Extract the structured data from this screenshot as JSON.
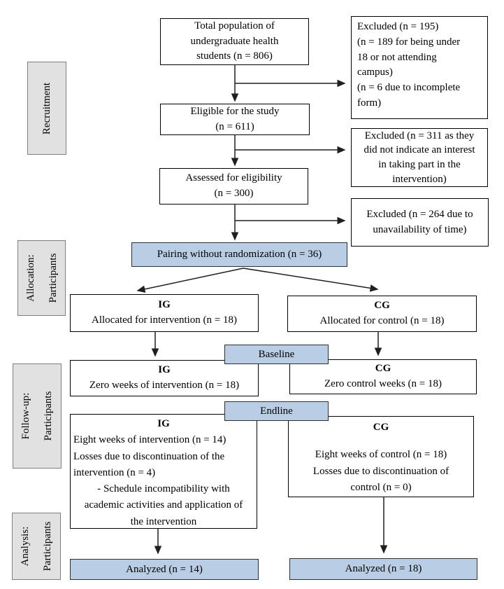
{
  "title": "Study flow diagram",
  "palette": {
    "highlight_fill": "#B9CDE5",
    "stage_fill": "#E1E1E1",
    "box_border": "#000000",
    "arrow": "#1f1f1f"
  },
  "stages": {
    "recruitment": {
      "label": "Recruitment"
    },
    "allocation": {
      "line1": "Allocation:",
      "line2": "Participants"
    },
    "followup": {
      "line1": "Follow-up:",
      "line2": "Participants"
    },
    "analysis": {
      "line1": "Analysis:",
      "line2": "Participants"
    }
  },
  "nodes": {
    "total": {
      "lines": [
        "Total population of",
        "undergraduate health",
        "students (n = 806)"
      ]
    },
    "excluded1": {
      "lines": [
        "Excluded (n = 195)",
        "(n = 189 for being under",
        "18 or not attending",
        "campus)",
        "(n = 6 due to incomplete",
        "form)"
      ]
    },
    "eligible": {
      "lines": [
        "Eligible for the study",
        "(n = 611)"
      ]
    },
    "excluded2": {
      "lines": [
        "Excluded (n = 311 as they",
        "did not indicate an interest",
        "in taking part in the",
        "intervention)"
      ]
    },
    "assessed": {
      "lines": [
        "Assessed for eligibility",
        "(n = 300)"
      ]
    },
    "excluded3": {
      "lines": [
        "Excluded (n = 264 due to",
        "unavailability of time)"
      ]
    },
    "pairing": {
      "label": "Pairing without randomization (n = 36)"
    },
    "ig_alloc": {
      "group": "IG",
      "lines": [
        "Allocated for intervention (n = 18)"
      ]
    },
    "cg_alloc": {
      "group": "CG",
      "lines": [
        "Allocated for control (n = 18)"
      ]
    },
    "baseline": {
      "label": "Baseline"
    },
    "ig_baseline": {
      "group": "IG",
      "lines": [
        "Zero weeks of intervention (n = 18)"
      ]
    },
    "cg_baseline": {
      "group": "CG",
      "lines": [
        "Zero control weeks (n = 18)"
      ]
    },
    "endline": {
      "label": "Endline"
    },
    "ig_followup": {
      "group": "IG",
      "left_lines": [
        "Eight weeks of intervention (n = 14)",
        "Losses due to discontinuation of the",
        "intervention (n = 4)"
      ],
      "center_lines": [
        "- Schedule incompatibility with",
        "academic activities and application of",
        "the intervention"
      ]
    },
    "cg_followup": {
      "group": "CG",
      "lines": [
        "Eight weeks of control (n = 18)",
        "Losses due to discontinuation of",
        "control (n = 0)"
      ]
    },
    "analyzed_ig": {
      "label": "Analyzed (n = 14)"
    },
    "analyzed_cg": {
      "label": "Analyzed (n = 18)"
    }
  }
}
